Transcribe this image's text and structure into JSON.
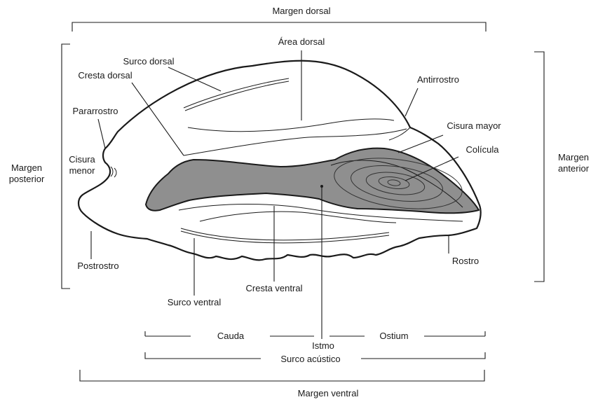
{
  "labels": {
    "margen_dorsal": "Margen dorsal",
    "area_dorsal": "Área dorsal",
    "surco_dorsal": "Surco dorsal",
    "cresta_dorsal": "Cresta dorsal",
    "antirrostro": "Antirrostro",
    "pararrostro": "Pararrostro",
    "cisura_menor_1": "Cisura",
    "cisura_menor_2": "menor",
    "cisura_mayor": "Cisura mayor",
    "colicula": "Colícula",
    "margen_posterior_1": "Margen",
    "margen_posterior_2": "posterior",
    "margen_anterior_1": "Margen",
    "margen_anterior_2": "anterior",
    "postrostro": "Postrostro",
    "rostro": "Rostro",
    "cresta_ventral": "Cresta ventral",
    "surco_ventral": "Surco ventral",
    "cauda": "Cauda",
    "ostium": "Ostium",
    "istmo": "Istmo",
    "surco_acustico": "Surco acústico",
    "margen_ventral": "Margen ventral"
  },
  "colors": {
    "ink": "#1a1a1a",
    "sulcus_fill": "#8f8f8f",
    "background": "#ffffff"
  }
}
